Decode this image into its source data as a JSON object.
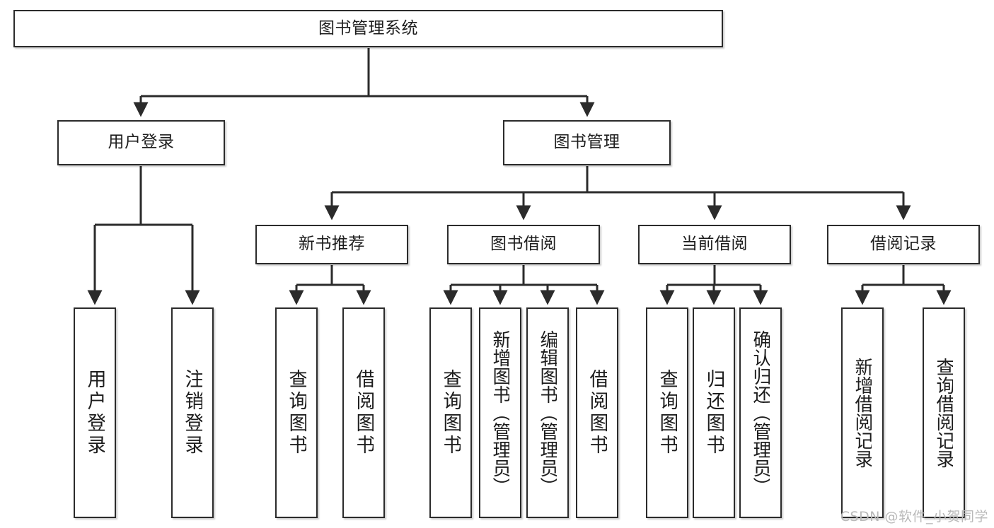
{
  "diagram": {
    "type": "tree",
    "title": "图书管理系统",
    "root": {
      "label": "图书管理系统"
    },
    "level1": [
      {
        "label": "用户登录"
      },
      {
        "label": "图书管理"
      }
    ],
    "level2": [
      {
        "label": "新书推荐"
      },
      {
        "label": "图书借阅"
      },
      {
        "label": "当前借阅"
      },
      {
        "label": "借阅记录"
      }
    ],
    "leaves": {
      "user_login": [
        {
          "label": "用户登录"
        },
        {
          "label": "注销登录"
        }
      ],
      "new_book_recommend": [
        {
          "label": "查询图书"
        },
        {
          "label": "借阅图书"
        }
      ],
      "book_borrow": [
        {
          "label": "查询图书"
        },
        {
          "label": "新增图书（管理员）"
        },
        {
          "label": "编辑图书（管理员）"
        },
        {
          "label": "借阅图书"
        }
      ],
      "current_borrow": [
        {
          "label": "查询图书"
        },
        {
          "label": "归还图书"
        },
        {
          "label": "确认归还（管理员）"
        }
      ],
      "borrow_record": [
        {
          "label": "新增借阅记录"
        },
        {
          "label": "查询借阅记录"
        }
      ]
    }
  },
  "watermark": {
    "text": "CSDN @软件_小贺同学"
  },
  "colors": {
    "stroke": "#2b2b2b",
    "background": "#ffffff",
    "text": "#1d1d1d",
    "watermark": "#b9b9b9"
  }
}
